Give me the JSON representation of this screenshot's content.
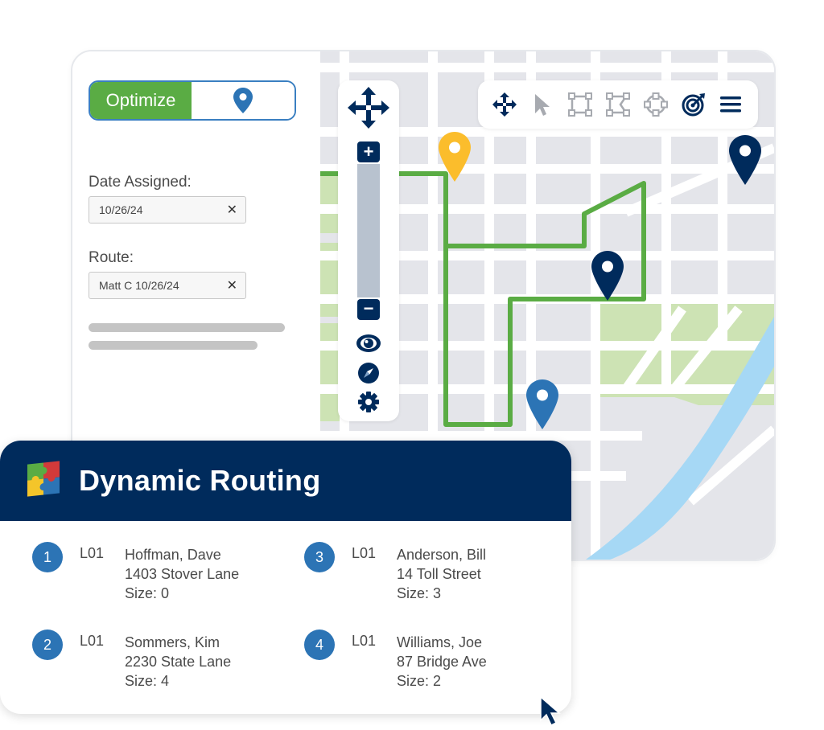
{
  "sidebar": {
    "optimize_label": "Optimize",
    "date_label": "Date Assigned:",
    "date_value": "10/26/24",
    "route_label": "Route:",
    "route_value": "Matt C 10/26/24",
    "clear_glyph": "✕"
  },
  "zoom": {
    "plus": "+",
    "minus": "−"
  },
  "toolbar": {
    "tools": [
      "pan-icon",
      "pointer-icon",
      "rectangle-select-icon",
      "polygon-select-icon",
      "circle-select-icon",
      "target-icon",
      "menu-icon"
    ]
  },
  "card": {
    "title": "Dynamic Routing",
    "stops": [
      {
        "number": "1",
        "code": "L01",
        "name": "Hoffman, Dave",
        "address": "1403 Stover Lane",
        "size": "Size: 0"
      },
      {
        "number": "2",
        "code": "L01",
        "name": "Sommers, Kim",
        "address": "2230 State Lane",
        "size": "Size: 4"
      },
      {
        "number": "3",
        "code": "L01",
        "name": "Anderson, Bill",
        "address": "14 Toll Street",
        "size": "Size: 3"
      },
      {
        "number": "4",
        "code": "L01",
        "name": "Williams, Joe",
        "address": "87 Bridge Ave",
        "size": "Size: 2"
      }
    ]
  },
  "colors": {
    "navy": "#002b5c",
    "accent_blue": "#2c74b5",
    "route_green": "#5aac44",
    "start_pin": "#fbbd2c",
    "park": "#cde3b4",
    "river": "#a6d8f5",
    "map_bg": "#e4e5ea"
  }
}
